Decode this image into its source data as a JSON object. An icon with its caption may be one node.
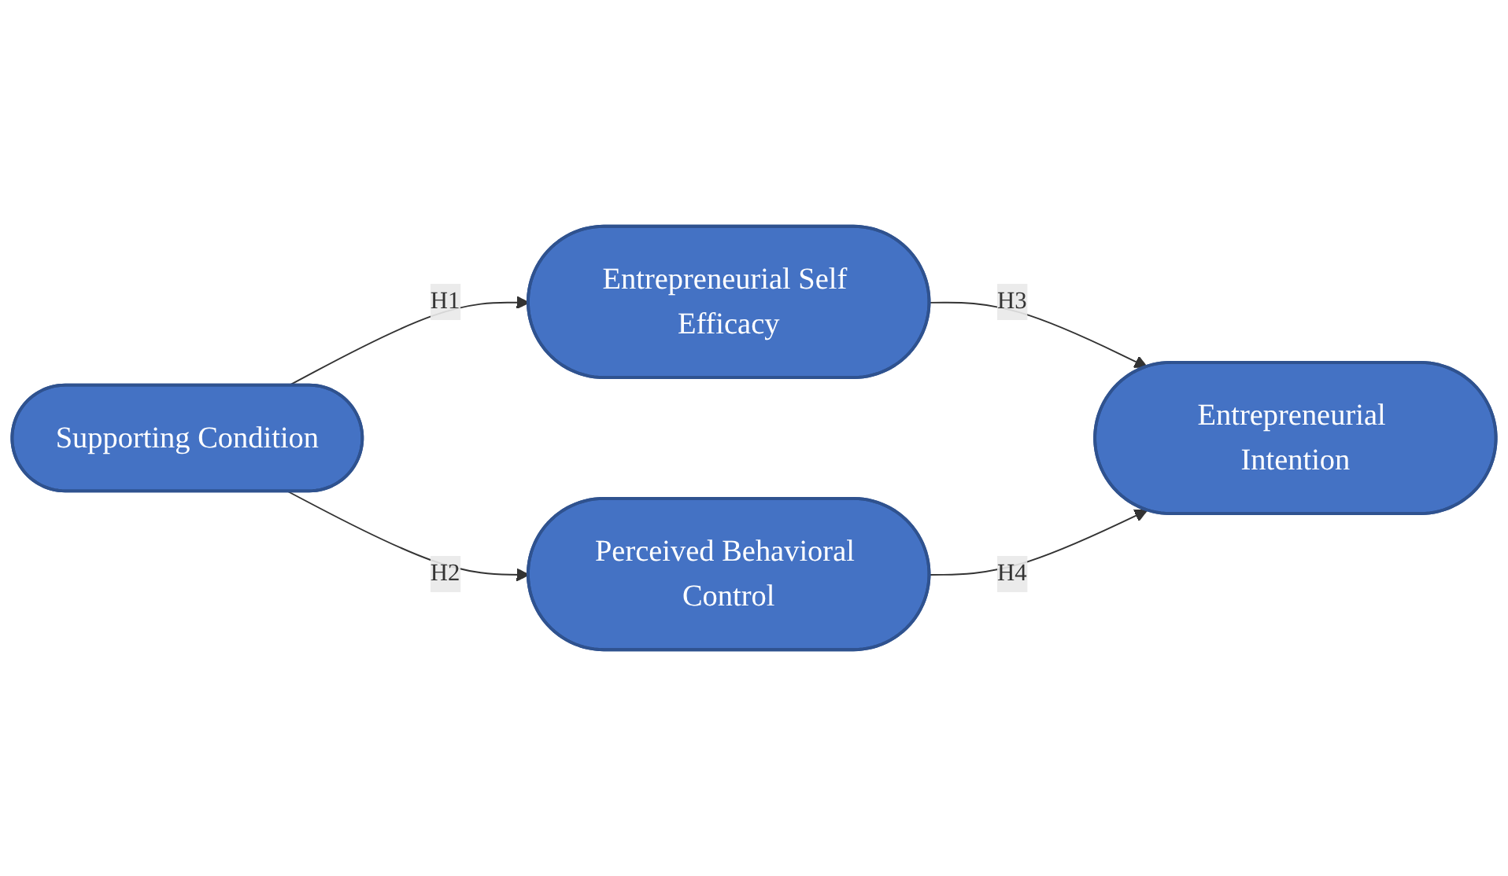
{
  "diagram": {
    "nodes": [
      {
        "text": [
          "Entrepreneurial Self Efficacy"
        ]
      },
      {
        "text": [
          "Supporting Condition"
        ]
      },
      {
        "text": [
          "Entrepreneurial Intention"
        ]
      },
      {
        "text": [
          "Perceived Behavioral Control"
        ]
      }
    ],
    "edges": [
      {
        "from": 1,
        "to": 0,
        "arrow": "to",
        "label": "H1"
      },
      {
        "from": 0,
        "to": 2,
        "arrow": "to",
        "label": "H3"
      },
      {
        "from": 1,
        "to": 3,
        "arrow": "to",
        "label": "H2"
      },
      {
        "from": 3,
        "to": 2,
        "arrow": "to",
        "label": "H4"
      }
    ]
  }
}
